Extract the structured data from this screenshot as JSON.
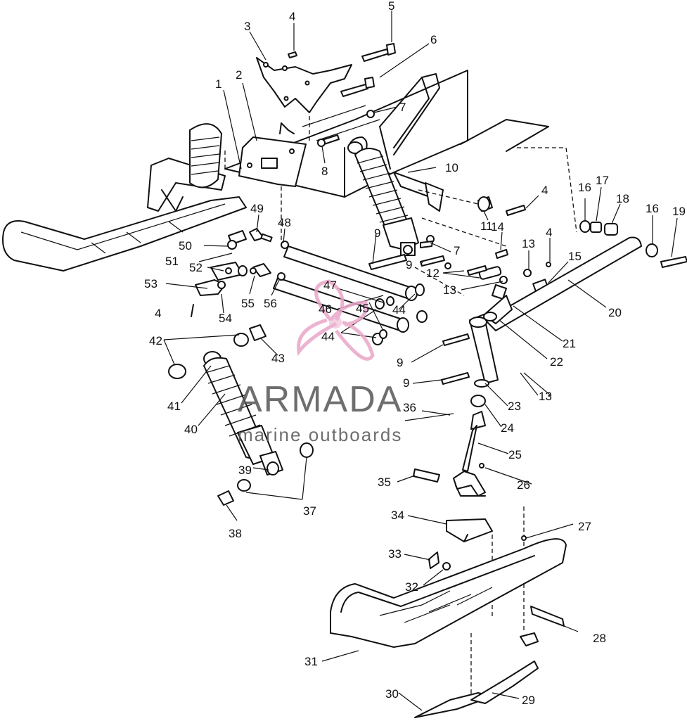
{
  "watermark": {
    "brand": "ARMADA",
    "tagline": "marine outboards",
    "logo_color": "#e9a6c8",
    "text_color": "#555555"
  },
  "callouts": [
    "1",
    "2",
    "3",
    "4",
    "5",
    "6",
    "7",
    "8",
    "9",
    "10",
    "11",
    "12",
    "13",
    "14",
    "15",
    "16",
    "17",
    "18",
    "19",
    "20",
    "21",
    "22",
    "23",
    "24",
    "25",
    "26",
    "27",
    "28",
    "29",
    "30",
    "31",
    "32",
    "33",
    "34",
    "35",
    "36",
    "37",
    "38",
    "39",
    "40",
    "41",
    "42",
    "43",
    "44",
    "45",
    "46",
    "47",
    "48",
    "49",
    "50",
    "51",
    "52",
    "53",
    "54",
    "55",
    "56"
  ]
}
